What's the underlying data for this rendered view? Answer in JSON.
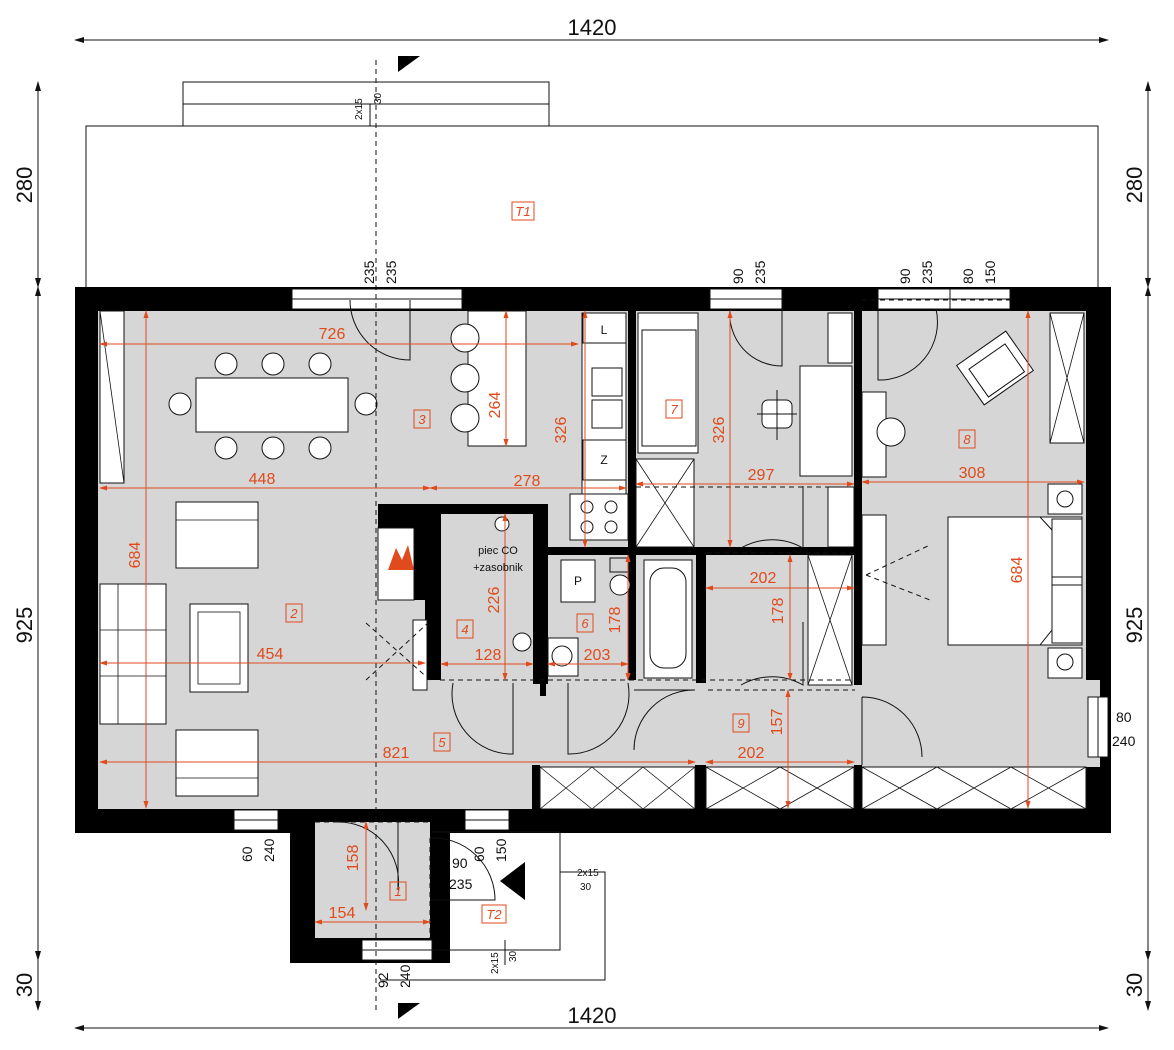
{
  "outer_dims": {
    "width_top": "1420",
    "width_bottom": "1420",
    "left_terrace": "280",
    "left_main": "925",
    "left_bottom": "30",
    "right_terrace": "280",
    "right_main": "925",
    "right_bottom": "30"
  },
  "rooms": [
    {
      "id": "T1"
    },
    {
      "id": "1"
    },
    {
      "id": "2"
    },
    {
      "id": "3"
    },
    {
      "id": "4"
    },
    {
      "id": "5"
    },
    {
      "id": "6"
    },
    {
      "id": "7"
    },
    {
      "id": "8"
    },
    {
      "id": "9"
    },
    {
      "id": "T2"
    }
  ],
  "inner_dims": {
    "d726": "726",
    "d448": "448",
    "d278": "278",
    "d264": "264",
    "d326a": "326",
    "d684a": "684",
    "d454": "454",
    "d821": "821",
    "d226": "226",
    "d128": "128",
    "d178a": "178",
    "d203": "203",
    "d326b": "326",
    "d297": "297",
    "d202a": "202",
    "d178b": "178",
    "d157": "157",
    "d202b": "202",
    "d308": "308",
    "d684b": "684",
    "d158": "158",
    "d154": "154"
  },
  "window_dims": {
    "w1a": "235",
    "w1b": "235",
    "w2a": "90",
    "w2b": "235",
    "w3a": "90",
    "w3b": "235",
    "w4a": "80",
    "w4b": "150",
    "w5a": "80",
    "w5b": "240",
    "w6a": "60",
    "w6b": "240",
    "w7a": "60",
    "w7b": "150",
    "w8a": "90",
    "w8b": "235",
    "w9a": "92",
    "w9b": "240"
  },
  "stair_labels": {
    "s1a": "2x15",
    "s1b": "30",
    "s2a": "2x15",
    "s2b": "30",
    "s3a": "2x15",
    "s3b": "30"
  },
  "fixtures": {
    "fridge": "L",
    "cabinet": "Z",
    "washer": "P",
    "boiler_line1": "piec CO",
    "boiler_line2": "+zasobnik"
  },
  "colors": {
    "wall": "#000000",
    "floor": "#d6d6d6",
    "dimension_orange": "#e04a1c",
    "line": "#111111"
  }
}
